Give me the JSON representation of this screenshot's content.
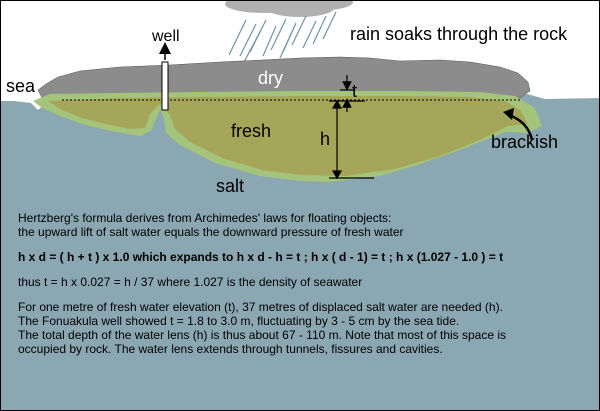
{
  "labels": {
    "well": "well",
    "rain": "rain soaks through the rock",
    "sea": "sea",
    "dry": "dry",
    "t": "t",
    "fresh": "fresh",
    "h": "h",
    "brackish": "brackish",
    "salt": "salt"
  },
  "text": {
    "intro_1": "Hertzberg's formula derives from Archimedes' laws for floating objects:",
    "intro_2": "the upward lift of salt water equals the downward pressure of fresh water",
    "formula": "h x d = ( h + t ) x 1.0 which expands to h x d - h = t ; h x ( d - 1) = t ; h x (1.027 - 1.0 ) = t",
    "thus": "thus t = h x 0.027 = h / 37 where 1.027 is the density of seawater",
    "para_1": "For one metre of fresh water elevation (t), 37 metres of displaced salt water are needed (h).",
    "para_2": "The Fonuakula well showed t = 1.8 to 3.0 m, fluctuating by 3 - 5 cm by the sea tide.",
    "para_3": "The total depth of the water lens (h) is thus about 67 - 110 m. Note that most of this space is",
    "para_4": "occupied by rock. The water lens extends through tunnels, fissures and cavities."
  },
  "colors": {
    "sea": "#8aa7b2",
    "rock_dry": "#8c8c8c",
    "fresh_lens": "#a6a65a",
    "brackish_edge": "#a3c47a",
    "rain_cloud": "#b0b0b0"
  }
}
